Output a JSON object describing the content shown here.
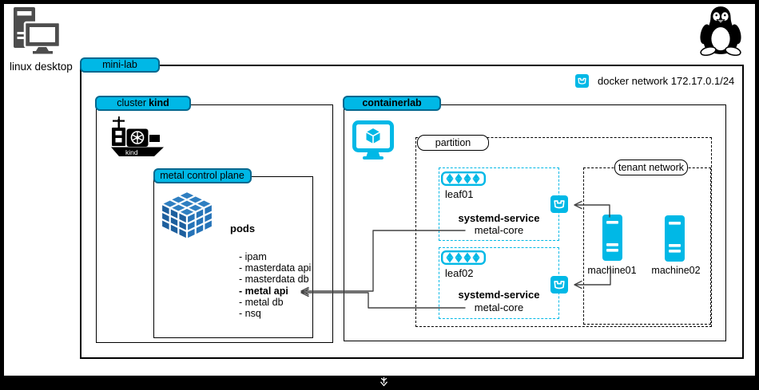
{
  "desktop": {
    "label": "linux desktop"
  },
  "minilab": {
    "label": "mini-lab",
    "docker_network_label": "docker network 172.17.0.1/24"
  },
  "cluster": {
    "label_prefix": "cluster",
    "label_bold": "kind"
  },
  "control_plane": {
    "label": "metal control plane",
    "pods_heading": "pods",
    "pods": [
      "- ipam",
      "- masterdata api",
      "- masterdata db",
      "- metal api",
      "- metal db",
      "- nsq"
    ]
  },
  "containerlab": {
    "label": "containerlab"
  },
  "partition": {
    "label": "partition"
  },
  "leaf01": {
    "name": "leaf01",
    "service_type": "systemd-service",
    "service_name": "metal-core"
  },
  "leaf02": {
    "name": "leaf02",
    "service_type": "systemd-service",
    "service_name": "metal-core"
  },
  "tenant": {
    "label": "tenant network",
    "machine01": "machine01",
    "machine02": "machine02"
  },
  "icons": {
    "desktop": "linux-desktop-computer-icon",
    "tux": "linux-tux-penguin-icon",
    "kind": "kind-ship-icon",
    "cube": "control-plane-cube-icon",
    "containerlab": "containerlab-monitor-icon",
    "docker_bridge": "docker-bridge-icon",
    "switch": "network-switch-icon",
    "machine": "server-machine-icon",
    "bottom_glyph": "down-arrow-glyph"
  },
  "colors": {
    "accent_cyan": "#00b8e6",
    "accent_border": "#00688f",
    "cube_blue": "#2573b8",
    "icon_gray": "#4d4d4d",
    "line": "#424242"
  }
}
